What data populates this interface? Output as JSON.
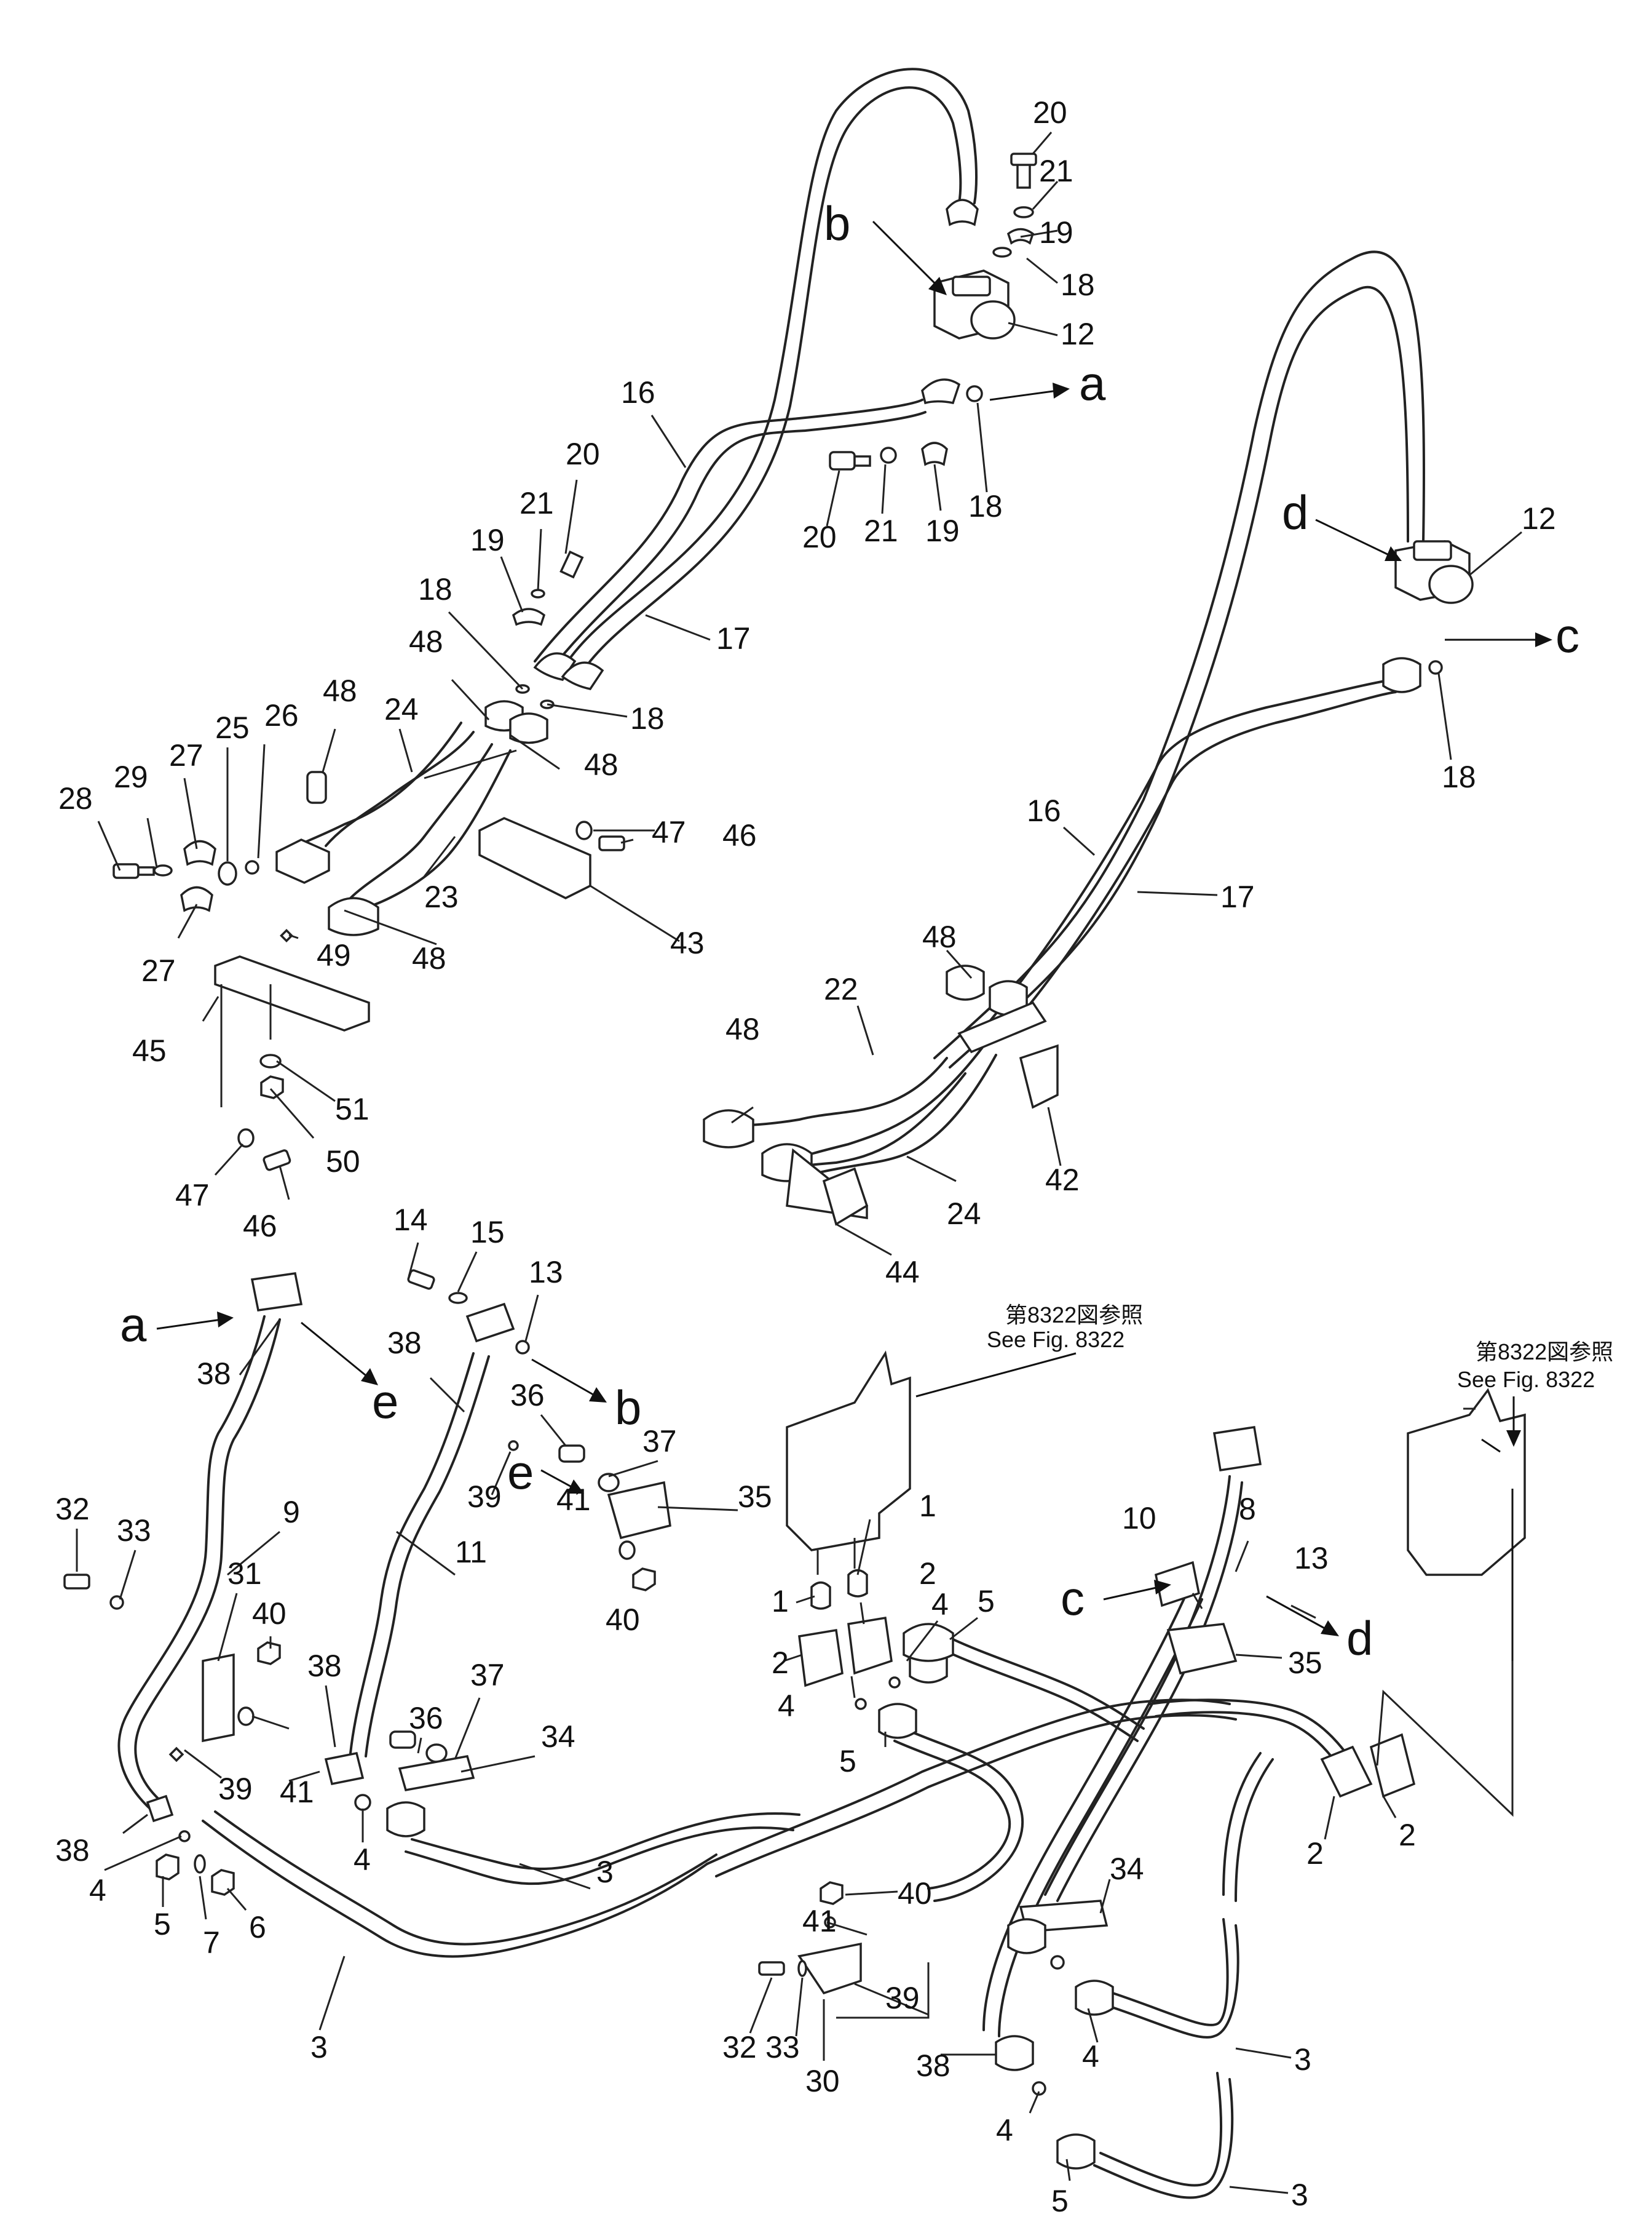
{
  "labels": [
    {
      "id": "l20a",
      "text": "20"
    },
    {
      "id": "l21a",
      "text": "21"
    },
    {
      "id": "l19a",
      "text": "19"
    },
    {
      "id": "l18a",
      "text": "18"
    },
    {
      "id": "l12a",
      "text": "12"
    },
    {
      "id": "l18b",
      "text": "18"
    },
    {
      "id": "l20b",
      "text": "20"
    },
    {
      "id": "l21b",
      "text": "21"
    },
    {
      "id": "l19b",
      "text": "19"
    },
    {
      "id": "l16a",
      "text": "16"
    },
    {
      "id": "l20c",
      "text": "20"
    },
    {
      "id": "l21c",
      "text": "21"
    },
    {
      "id": "l19c",
      "text": "19"
    },
    {
      "id": "l18c",
      "text": "18"
    },
    {
      "id": "l17a",
      "text": "17"
    },
    {
      "id": "l18d",
      "text": "18"
    },
    {
      "id": "l48a",
      "text": "48"
    },
    {
      "id": "l48b",
      "text": "48"
    },
    {
      "id": "l48c",
      "text": "48"
    },
    {
      "id": "l24a",
      "text": "24"
    },
    {
      "id": "l25",
      "text": "25"
    },
    {
      "id": "l26",
      "text": "26"
    },
    {
      "id": "l27a",
      "text": "27"
    },
    {
      "id": "l28",
      "text": "28"
    },
    {
      "id": "l29",
      "text": "29"
    },
    {
      "id": "l23",
      "text": "23"
    },
    {
      "id": "l48d",
      "text": "48"
    },
    {
      "id": "l27b",
      "text": "27"
    },
    {
      "id": "l49",
      "text": "49"
    },
    {
      "id": "l45",
      "text": "45"
    },
    {
      "id": "l51",
      "text": "51"
    },
    {
      "id": "l50",
      "text": "50"
    },
    {
      "id": "l47a",
      "text": "47"
    },
    {
      "id": "l46a",
      "text": "46"
    },
    {
      "id": "l47b",
      "text": "47"
    },
    {
      "id": "l46b",
      "text": "46"
    },
    {
      "id": "l43",
      "text": "43"
    },
    {
      "id": "l12b",
      "text": "12"
    },
    {
      "id": "l18e",
      "text": "18"
    },
    {
      "id": "l16b",
      "text": "16"
    },
    {
      "id": "l17b",
      "text": "17"
    },
    {
      "id": "l48e",
      "text": "48"
    },
    {
      "id": "l22",
      "text": "22"
    },
    {
      "id": "l48f",
      "text": "48"
    },
    {
      "id": "l42",
      "text": "42"
    },
    {
      "id": "l24b",
      "text": "24"
    },
    {
      "id": "l44",
      "text": "44"
    },
    {
      "id": "l14",
      "text": "14"
    },
    {
      "id": "l15",
      "text": "15"
    },
    {
      "id": "l13a",
      "text": "13"
    },
    {
      "id": "l38a",
      "text": "38"
    },
    {
      "id": "l38b",
      "text": "38"
    },
    {
      "id": "l36a",
      "text": "36"
    },
    {
      "id": "l37a",
      "text": "37"
    },
    {
      "id": "l39a",
      "text": "39"
    },
    {
      "id": "l35a",
      "text": "35"
    },
    {
      "id": "l32a",
      "text": "32"
    },
    {
      "id": "l33a",
      "text": "33"
    },
    {
      "id": "l9",
      "text": "9"
    },
    {
      "id": "l31",
      "text": "31"
    },
    {
      "id": "l11",
      "text": "11"
    },
    {
      "id": "l40a",
      "text": "40"
    },
    {
      "id": "l41a",
      "text": "41"
    },
    {
      "id": "l40b",
      "text": "40"
    },
    {
      "id": "l38c",
      "text": "38"
    },
    {
      "id": "l36b",
      "text": "36"
    },
    {
      "id": "l37b",
      "text": "37"
    },
    {
      "id": "l34a",
      "text": "34"
    },
    {
      "id": "l39b",
      "text": "39"
    },
    {
      "id": "l41b",
      "text": "41"
    },
    {
      "id": "l38d",
      "text": "38"
    },
    {
      "id": "l4a",
      "text": "4"
    },
    {
      "id": "l4b",
      "text": "4"
    },
    {
      "id": "l5a",
      "text": "5"
    },
    {
      "id": "l7",
      "text": "7"
    },
    {
      "id": "l6",
      "text": "6"
    },
    {
      "id": "l3a",
      "text": "3"
    },
    {
      "id": "l3b",
      "text": "3"
    },
    {
      "id": "l1a",
      "text": "1"
    },
    {
      "id": "l1b",
      "text": "1"
    },
    {
      "id": "l2a",
      "text": "2"
    },
    {
      "id": "l2b",
      "text": "2"
    },
    {
      "id": "l4c",
      "text": "4"
    },
    {
      "id": "l5b",
      "text": "5"
    },
    {
      "id": "l4d",
      "text": "4"
    },
    {
      "id": "l5c",
      "text": "5"
    },
    {
      "id": "l10",
      "text": "10"
    },
    {
      "id": "l8",
      "text": "8"
    },
    {
      "id": "l13b",
      "text": "13"
    },
    {
      "id": "l35b",
      "text": "35"
    },
    {
      "id": "l41c",
      "text": "41"
    },
    {
      "id": "l40c",
      "text": "40"
    },
    {
      "id": "l32b",
      "text": "32"
    },
    {
      "id": "l33b",
      "text": "33"
    },
    {
      "id": "l30",
      "text": "30"
    },
    {
      "id": "l39c",
      "text": "39"
    },
    {
      "id": "l34b",
      "text": "34"
    },
    {
      "id": "l2c",
      "text": "2"
    },
    {
      "id": "l2d",
      "text": "2"
    },
    {
      "id": "l4e",
      "text": "4"
    },
    {
      "id": "l3c",
      "text": "3"
    },
    {
      "id": "l38e",
      "text": "38"
    },
    {
      "id": "l4f",
      "text": "4"
    },
    {
      "id": "l3d",
      "text": "3"
    },
    {
      "id": "l5d",
      "text": "5"
    }
  ],
  "letters": [
    {
      "id": "b1",
      "text": "b"
    },
    {
      "id": "a1",
      "text": "a"
    },
    {
      "id": "d1",
      "text": "d"
    },
    {
      "id": "c1",
      "text": "c"
    },
    {
      "id": "a2",
      "text": "a"
    },
    {
      "id": "e1",
      "text": "e"
    },
    {
      "id": "b2",
      "text": "b"
    },
    {
      "id": "e2",
      "text": "e"
    },
    {
      "id": "c2",
      "text": "c"
    },
    {
      "id": "d2",
      "text": "d"
    }
  ],
  "references": [
    {
      "jp": "第8322図参照",
      "en": "See Fig. 8322"
    },
    {
      "jp": "第8322図参照",
      "en": "See Fig. 8322"
    }
  ]
}
